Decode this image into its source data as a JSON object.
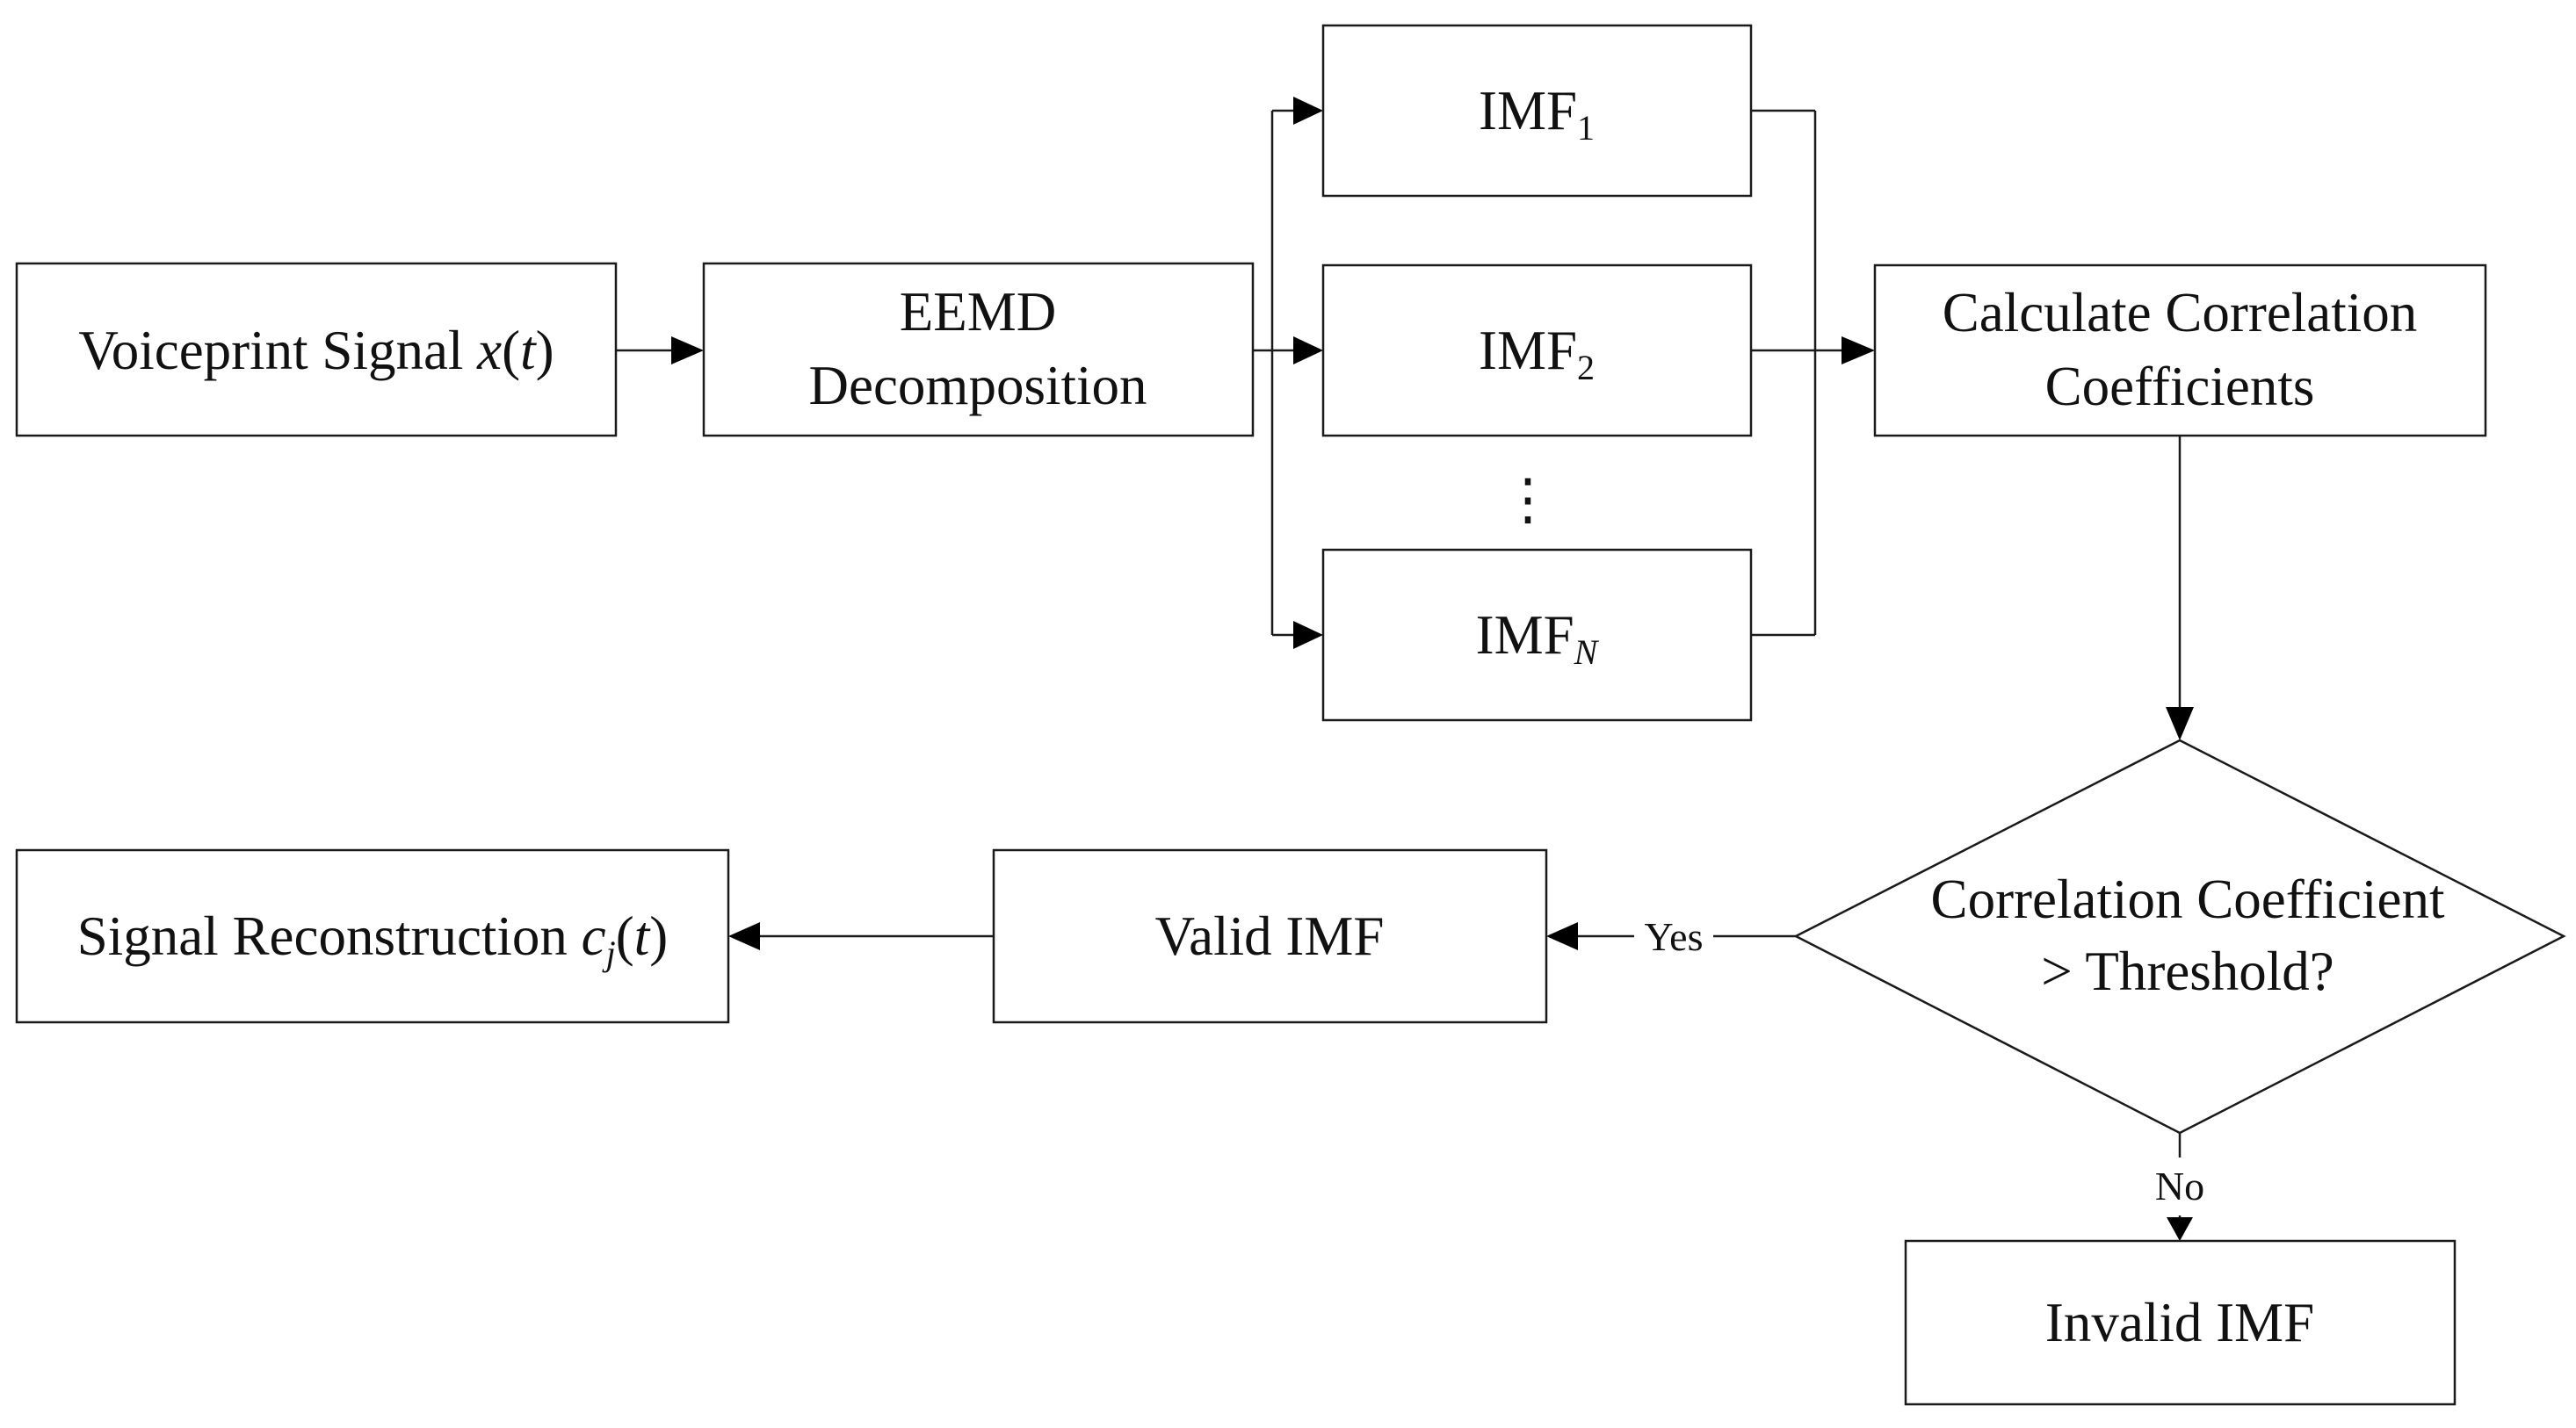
{
  "nodes": {
    "input": {
      "text": "Voiceprint Signal ",
      "var": "x",
      "open": "(",
      "arg": "t",
      "close": ")"
    },
    "eemd": {
      "line1": "EEMD",
      "line2": "Decomposition"
    },
    "imf1": {
      "text": "IMF",
      "sub": "1"
    },
    "imf2": {
      "text": "IMF",
      "sub": "2"
    },
    "imf_ellipsis": "⋮",
    "imfn": {
      "text": "IMF",
      "sub": "N"
    },
    "calc": {
      "line1": "Calculate Correlation",
      "line2": "Coefficients"
    },
    "decision": {
      "line1": "Correlation Coefficient",
      "line2": "> Threshold?"
    },
    "valid": {
      "text": "Valid IMF"
    },
    "invalid": {
      "text": "Invalid IMF"
    },
    "output": {
      "text": "Signal Reconstruction ",
      "var": "c",
      "sub": "j",
      "open": "(",
      "arg": "t",
      "close": ")"
    }
  },
  "edges": {
    "yes_label": "Yes",
    "no_label": "No"
  }
}
